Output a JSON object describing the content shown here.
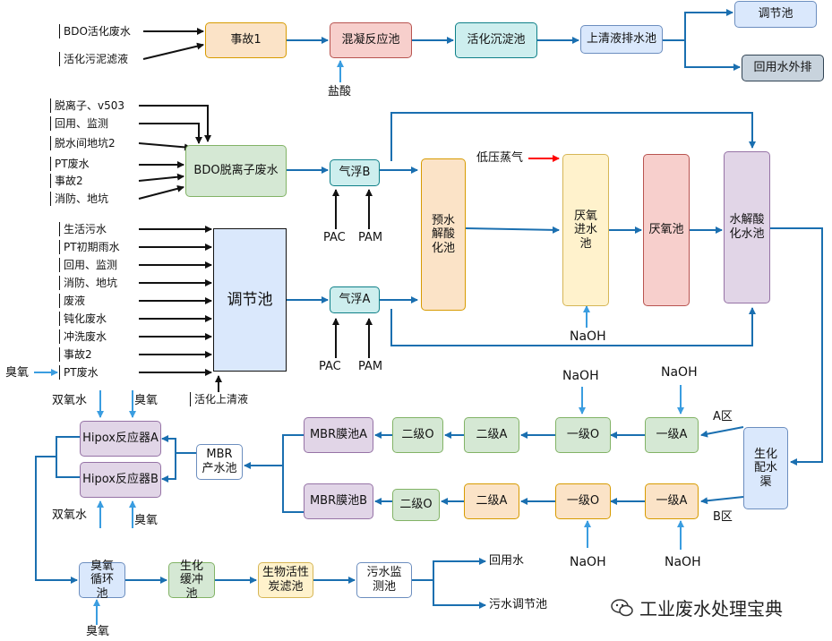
{
  "nodes": {
    "accident1": "事故1",
    "coag": "混凝反应池",
    "act_settle": "活化沉淀池",
    "clear_drain": "上清液排水池",
    "regulate_top": "调节池",
    "reuse_out": "回用水外排",
    "bdo_deion": "BDO脱离子废水",
    "flot_b": "气浮B",
    "flot_a": "气浮A",
    "regulate_main": "调节池",
    "prehydro": "预水解酸化池",
    "anox_in": "厌氧进水池",
    "anox": "厌氧池",
    "hydro": "水解酸化水池",
    "bio_dist": "生化配水渠",
    "o1a": "一级O",
    "a1a": "一级A",
    "a2a": "二级A",
    "o2a": "二级O",
    "mbr_a": "MBR膜池A",
    "o1b": "一级O",
    "a1b": "一级A",
    "a2b": "二级A",
    "o2b": "二级O",
    "mbr_b": "MBR膜池B",
    "mbr_prod": "MBR产水池",
    "hipox_a": "Hipox反应器A",
    "hipox_b": "Hipox反应器B",
    "ozone_loop": "臭氧循环池",
    "bio_buffer": "生化缓冲池",
    "bio_carbon": "生物活性炭滤池",
    "sewage_mon": "污水监测池"
  },
  "sources": {
    "bdo_waste": "BDO活化废水",
    "sludge_filtrate": "活化污泥滤液",
    "deion_v503": "脱离子、v503",
    "reuse_monitor1": "回用、监测",
    "dewater_pit2": "脱水间地坑2",
    "pt_waste1": "PT废水",
    "accident2a": "事故2",
    "fire_pit1": "消防、地坑",
    "domestic": "生活污水",
    "pt_rain": "PT初期雨水",
    "reuse_monitor2": "回用、监测",
    "fire_pit2": "消防、地坑",
    "waste_liquid": "废液",
    "passiv": "钝化废水",
    "rinse": "冲洗废水",
    "accident2b": "事故2",
    "pt_waste2": "PT废水",
    "act_clear": "活化上清液"
  },
  "labels": {
    "hcl": "盐酸",
    "pac_b": "PAC",
    "pam_b": "PAM",
    "pac_a": "PAC",
    "pam_a": "PAM",
    "steam": "低压蒸气",
    "naoh_anox": "NaOH",
    "naoh_o1a": "NaOH",
    "naoh_a1a": "NaOH",
    "naoh_o1b": "NaOH",
    "naoh_a1b": "NaOH",
    "zone_a": "A区",
    "zone_b": "B区",
    "ozone_left": "臭氧",
    "h2o2_top": "双氧水",
    "ozone_top": "臭氧",
    "h2o2_bot": "双氧水",
    "ozone_bot": "臭氧",
    "ozone_loop_in": "臭氧",
    "reuse_water": "回用水",
    "sewage_reg": "污水调节池"
  },
  "watermark": "工业废水处理宝典",
  "colors": {
    "flow": "#1a6fb0",
    "feed": "#111111",
    "reagent": "#3a9de0",
    "steam": "#ff0000"
  }
}
